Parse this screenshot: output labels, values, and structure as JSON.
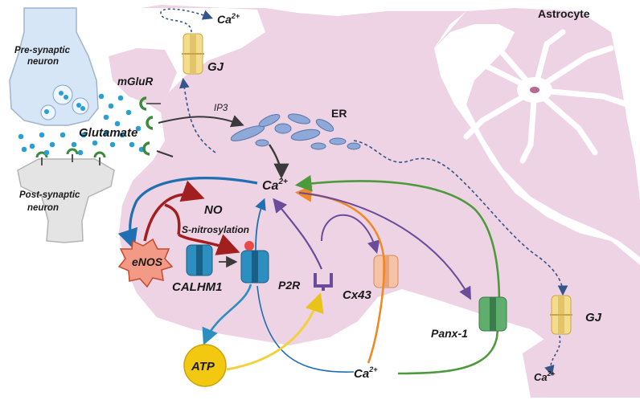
{
  "labels": {
    "astrocyte": "Astrocyte",
    "presynaptic": [
      "Pre-synaptic",
      "neuron"
    ],
    "postsynaptic": [
      "Post-synaptic",
      "neuron"
    ],
    "mglur": "mGluR",
    "glutamate": "Glutamate",
    "gj_top": "GJ",
    "gj_bottom": "GJ",
    "ca_top": "Ca",
    "ca_center": "Ca",
    "ca_bottom": "Ca",
    "ca_gj_bottom": "Ca",
    "ca_superscript": "2+",
    "ip3": "IP3",
    "er": "ER",
    "no": "NO",
    "s_nitrosylation": "S-nitrosylation",
    "enos": "eNOS",
    "calhm1": "CALHM1",
    "p2r": "P2R",
    "cx43": "Cx43",
    "panx1": "Panx-1",
    "atp": "ATP"
  },
  "colors": {
    "astrocyte_fill": "#edd3e3",
    "neuron_fill": "#d7e6f7",
    "post_neuron_fill": "#e4e4e4",
    "glutamate_dot": "#2a9fd6",
    "mglur_green": "#3d8a3d",
    "er_blue": "#8ea9d8",
    "gj_yellow": "#f3dc8c",
    "calhm1_blue": "#2d8fc0",
    "cx43_peach": "#f6c3a5",
    "panx1_green": "#5fae6e",
    "p2r_purple": "#6b4c9a",
    "enos_fill": "#f39a86",
    "atp_fill": "#f2c811",
    "arrow_green": "#4c9a3c",
    "arrow_orange": "#ee8a26",
    "arrow_purple": "#6b4c9a",
    "arrow_blue": "#1f6fb2",
    "arrow_red": "#a11f1f",
    "arrow_yellow": "#f2d13a",
    "arrow_dark": "#3a3a3a",
    "dashed_blue": "#35558a"
  },
  "icons": [
    "astrocyte-cell-icon",
    "gap-junction-icon",
    "er-organelle-icon",
    "calhm1-channel-icon",
    "p2r-receptor-icon",
    "cx43-hemichannel-icon",
    "panx1-channel-icon",
    "enos-burst-icon",
    "atp-circle-icon"
  ]
}
